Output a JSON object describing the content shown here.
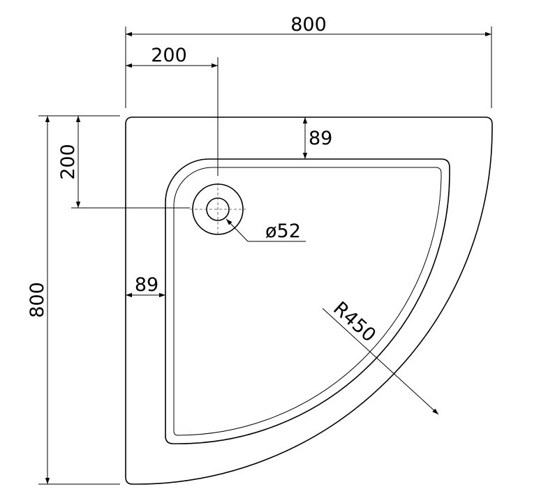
{
  "drawing": {
    "colors": {
      "line": "#000000",
      "background": "#ffffff"
    },
    "dimensions": {
      "overall_width": "800",
      "overall_height": "800",
      "drain_offset_x": "200",
      "drain_offset_y": "200",
      "rim_top": "89",
      "rim_left": "89",
      "drain_diameter": "ø52",
      "inner_radius": "R450"
    }
  }
}
